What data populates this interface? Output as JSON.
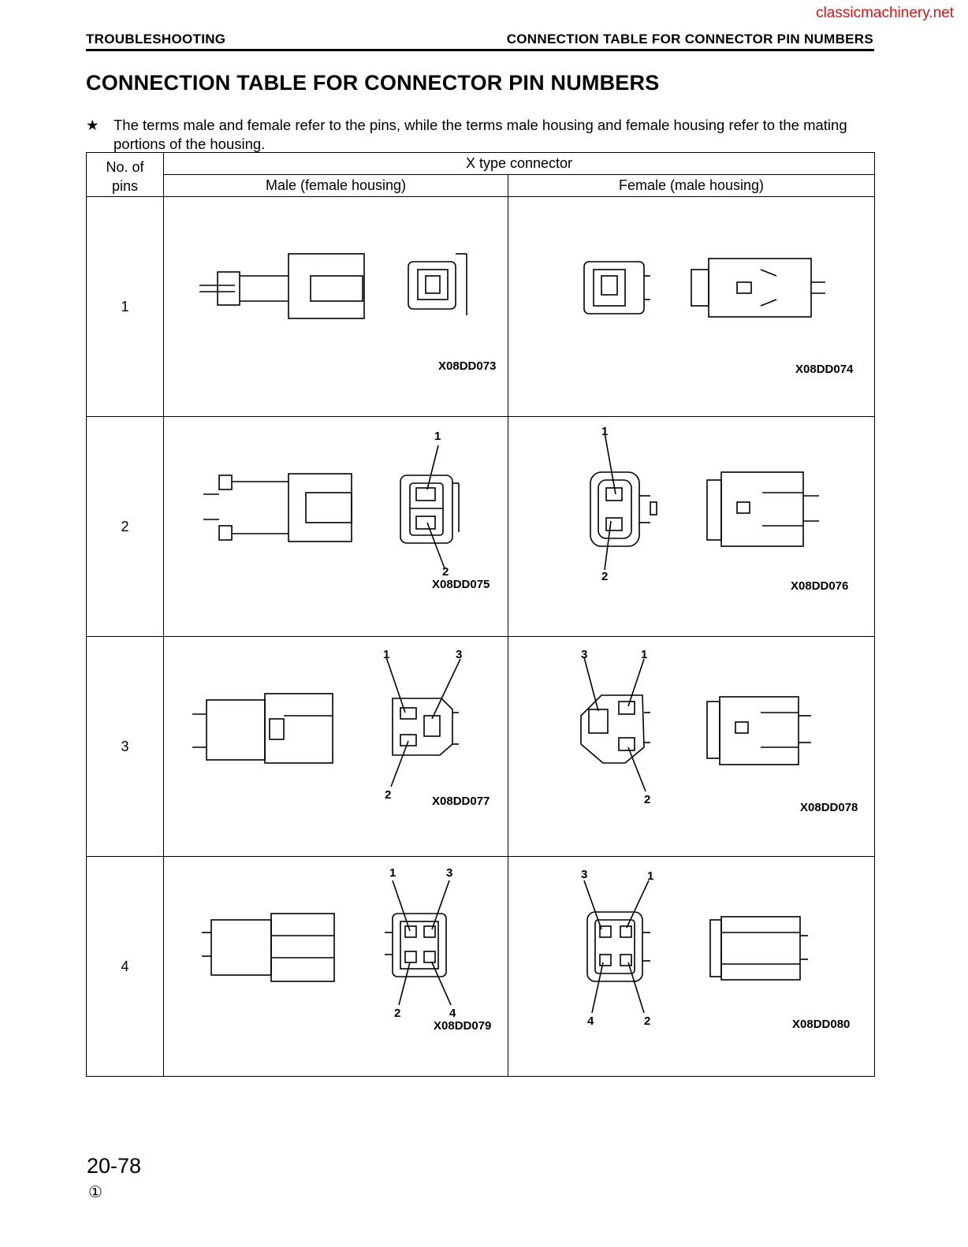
{
  "watermark": "classicmachinery.net",
  "header": {
    "left": "TROUBLESHOOTING",
    "right": "CONNECTION TABLE FOR CONNECTOR PIN NUMBERS"
  },
  "title": "CONNECTION TABLE FOR CONNECTOR PIN NUMBERS",
  "note": {
    "symbol": "★",
    "text": "The terms male and female refer to the pins, while the terms male housing and female housing refer to the mating portions of the housing."
  },
  "table": {
    "col_pins_header": "No. of pins",
    "group_header": "X type connector",
    "male_header": "Male (female housing)",
    "female_header": "Female (male housing)",
    "rows": [
      {
        "pins": "1",
        "male_code": "X08DD073",
        "female_code": "X08DD074",
        "male_labels": [],
        "female_labels": []
      },
      {
        "pins": "2",
        "male_code": "X08DD075",
        "female_code": "X08DD076",
        "male_labels": [
          "1",
          "2"
        ],
        "female_labels": [
          "1",
          "2"
        ]
      },
      {
        "pins": "3",
        "male_code": "X08DD077",
        "female_code": "X08DD078",
        "male_labels": [
          "1",
          "3",
          "2"
        ],
        "female_labels": [
          "3",
          "1",
          "2"
        ]
      },
      {
        "pins": "4",
        "male_code": "X08DD079",
        "female_code": "X08DD080",
        "male_labels": [
          "1",
          "3",
          "2",
          "4"
        ],
        "female_labels": [
          "3",
          "1",
          "4",
          "2"
        ]
      }
    ]
  },
  "footer": {
    "page": "20-78",
    "revision": "①"
  }
}
